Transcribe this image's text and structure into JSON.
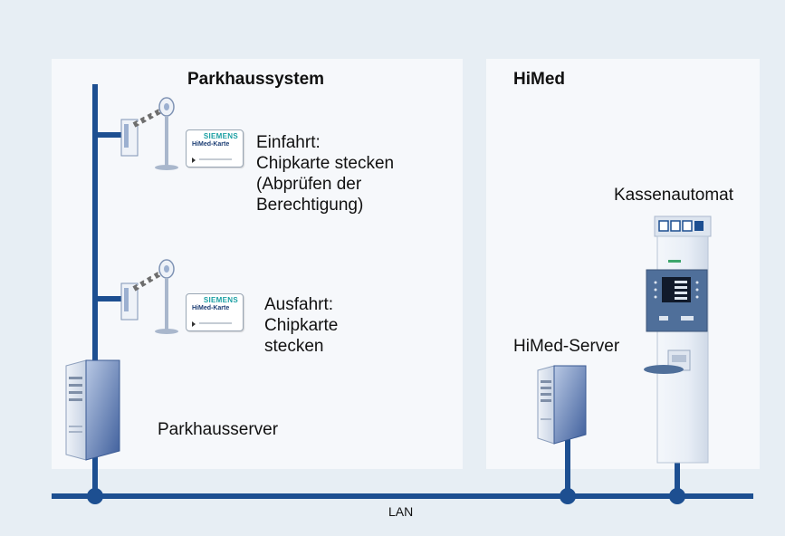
{
  "sections": {
    "left_title": "Parkhaussystem",
    "right_title": "HiMed"
  },
  "entry": {
    "lines": [
      "Einfahrt:",
      "Chipkarte stecken",
      "(Abprüfen der",
      "Berechtigung)"
    ]
  },
  "exit": {
    "lines": [
      "Ausfahrt:",
      "Chipkarte",
      "stecken"
    ]
  },
  "card": {
    "brand": "SIEMENS",
    "name": "HiMed-Karte"
  },
  "labels": {
    "parking_server": "Parkhausserver",
    "himed_server": "HiMed-Server",
    "kiosk": "Kassenautomat",
    "network": "LAN"
  },
  "colors": {
    "line": "#1d4f91",
    "background": "#e7eef4",
    "panel": "#f6f8fb"
  }
}
